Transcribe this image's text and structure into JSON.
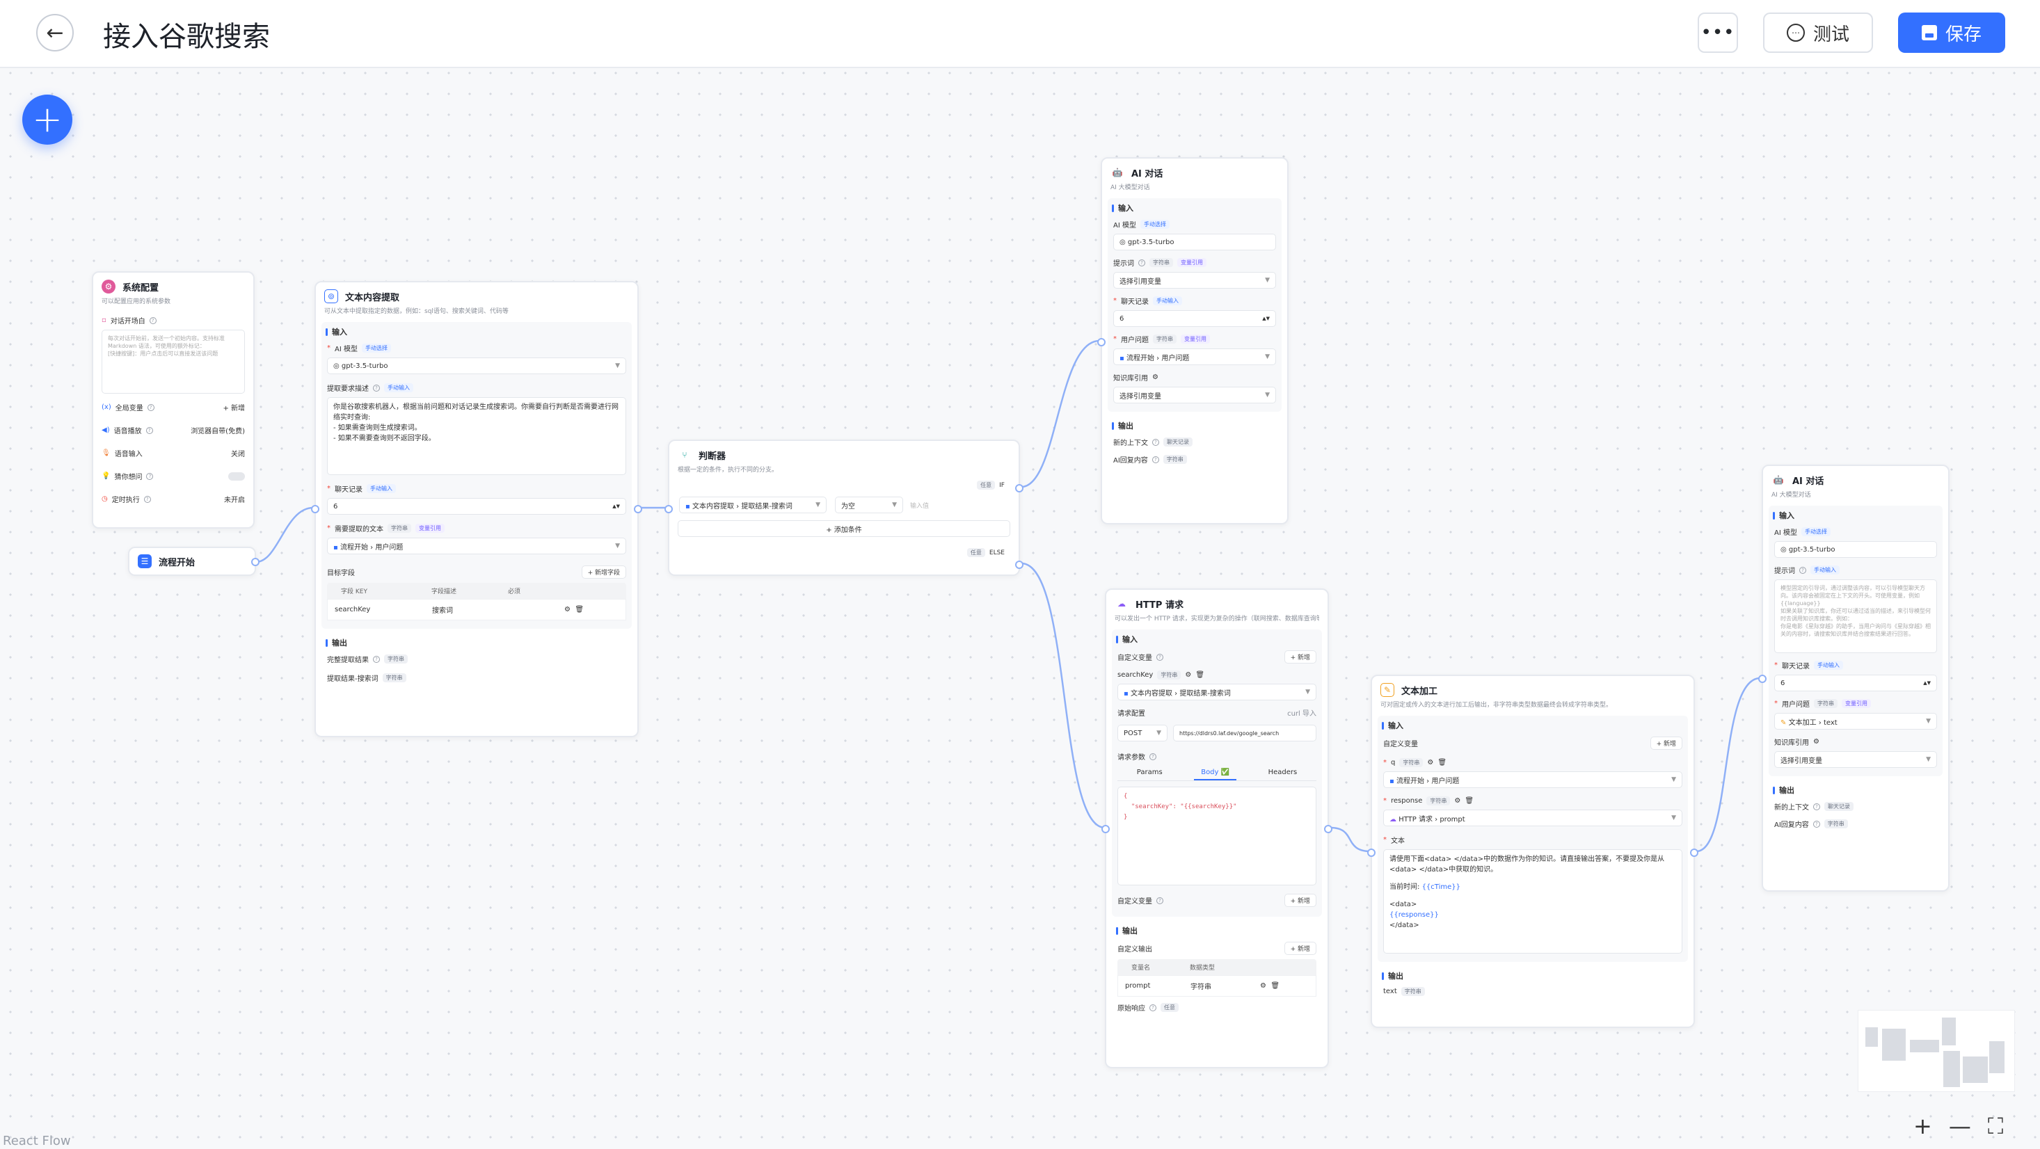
{
  "header": {
    "back_icon": "arrow-left-icon",
    "title": "接入谷歌搜索",
    "more_label": "•••",
    "test_label": "测试",
    "save_label": "保存"
  },
  "canvas": {
    "add_label": "+",
    "react_flow_label": "React Flow",
    "zoom_in": "+",
    "zoom_out": "—",
    "fit": "⛶"
  },
  "common": {
    "input": "输入",
    "output": "输出",
    "manual_select": "手动选择",
    "manual_input": "手动输入",
    "var_ref": "变量引用",
    "string": "字符串",
    "any": "任意",
    "chat_history": "聊天记录",
    "add": "+ 新增",
    "add_plain": "新增"
  },
  "system_config": {
    "title": "系统配置",
    "desc": "可以配置应用的系统参数",
    "opening_label": "对话开场白",
    "opening_placeholder": "每次对话开始前，发送一个初始内容。支持标准 Markdown 语法，可使用的额外标记：\n[快捷按键]：用户点击后可以直接发送该问题",
    "global_var": "全局变量",
    "global_var_add": "+ 新增",
    "tts": "语音播放",
    "tts_value": "浏览器自带(免费)",
    "voice_input": "语音输入",
    "voice_input_value": "关闭",
    "guess_question": "猜你想问",
    "schedule": "定时执行",
    "schedule_value": "未开启"
  },
  "flow_start": {
    "title": "流程开始"
  },
  "text_extract": {
    "title": "文本内容提取",
    "desc": "可从文本中提取指定的数据，例如：sql语句、搜索关键词、代码等",
    "ai_model": "AI 模型",
    "model_value": "gpt-3.5-turbo",
    "req_desc": "提取要求描述",
    "prompt": "你是谷歌搜索机器人，根据当前问题和对话记录生成搜索词。你需要自行判断是否需要进行网络实时查询:\n- 如果需查询则生成搜索词。\n- 如果不需要查询则不返回字段。",
    "history_value": "6",
    "text_to_extract": "需要提取的文本",
    "text_ref_a": "流程开始",
    "text_ref_b": "用户问题",
    "target_fields": "目标字段",
    "add_field": "+ 新增字段",
    "col_key": "字段 KEY",
    "col_desc": "字段描述",
    "col_required": "必须",
    "field_key": "searchKey",
    "field_desc": "搜索词",
    "out_full": "完整提取结果",
    "out_search": "提取结果-搜索词"
  },
  "judge": {
    "title": "判断器",
    "desc": "根据一定的条件，执行不同的分支。",
    "if_label": "任意",
    "if_badge": "IF",
    "cond_a": "文本内容提取",
    "cond_b": "提取结果-搜索词",
    "cond_op": "为空",
    "cond_value": "输入值",
    "add_cond": "+ 添加条件",
    "else_label": "ELSE"
  },
  "ai_chat_1": {
    "title": "AI 对话",
    "desc": "AI 大模型对话",
    "model_value": "gpt-3.5-turbo",
    "prompt_label": "提示词",
    "prompt_value": "选择引用变量",
    "history_value": "6",
    "user_question": "用户问题",
    "uq_a": "流程开始",
    "uq_b": "用户问题",
    "kb_quote": "知识库引用",
    "kb_value": "选择引用变量",
    "out_context": "新的上下文",
    "out_reply": "AI回复内容"
  },
  "http": {
    "title": "HTTP 请求",
    "desc": "可以发出一个 HTTP 请求，实现更为复杂的操作（联网搜索、数据库查询等）",
    "custom_vars": "自定义变量",
    "var_name": "searchKey",
    "var_ref_a": "文本内容提取",
    "var_ref_b": "提取结果-搜索词",
    "req_config": "请求配置",
    "curl_import": "curl 导入",
    "method": "POST",
    "url": "https://dldrs0.laf.dev/google_search",
    "req_params": "请求参数",
    "tab_params": "Params",
    "tab_body": "Body ✅",
    "tab_headers": "Headers",
    "body_code": "{\n  \"searchKey\": \"{{searchKey}}\"\n}",
    "custom_vars_2": "自定义变量",
    "custom_out": "自定义输出",
    "col_var_name": "变量名",
    "col_data_type": "数据类型",
    "out_var": "prompt",
    "out_type": "字符串",
    "raw_response": "原始响应"
  },
  "text_process": {
    "title": "文本加工",
    "desc": "可对固定或传入的文本进行加工后输出，非字符串类型数据最终会转成字符串类型。",
    "custom_var": "自定义变量",
    "q_label": "q",
    "q_ref_a": "流程开始",
    "q_ref_b": "用户问题",
    "resp_label": "response",
    "resp_ref_a": "HTTP 请求",
    "resp_ref_b": "prompt",
    "text_label": "文本",
    "text_line1": "请使用下面<data> </data>中的数据作为你的知识。请直接输出答案，不要提及你是从<data> </data>中获取的知识。",
    "text_time": "当前时间: ",
    "text_time_var": "{{cTime}}",
    "text_data_open": "<data>",
    "text_response_var": "{{response}}",
    "text_data_close": "</data>",
    "out_text": "text"
  },
  "ai_chat_2": {
    "title": "AI 对话",
    "desc": "AI 大模型对话",
    "model_value": "gpt-3.5-turbo",
    "prompt_label": "提示词",
    "prompt_placeholder": "模型固定的引导词，通过调整该内容，可以引导模型聊天方向。该内容会被固定在上下文的开头。可使用变量，例如 {{language}}\n如果关联了知识库，你还可以通过适当的描述，来引导模型何时去调用知识库搜索。例如：\n你是电影《星际穿越》的助手，当用户询问与《星际穿越》相关的内容时，请搜索知识库并结合搜索结果进行回答。",
    "history_value": "6",
    "user_question": "用户问题",
    "uq_a": "文本加工",
    "uq_b": "text",
    "kb_quote": "知识库引用",
    "kb_value": "选择引用变量",
    "out_context": "新的上下文",
    "out_reply": "AI回复内容"
  },
  "colors": {
    "primary": "#3370ff",
    "edge": "#8fb0f7"
  }
}
